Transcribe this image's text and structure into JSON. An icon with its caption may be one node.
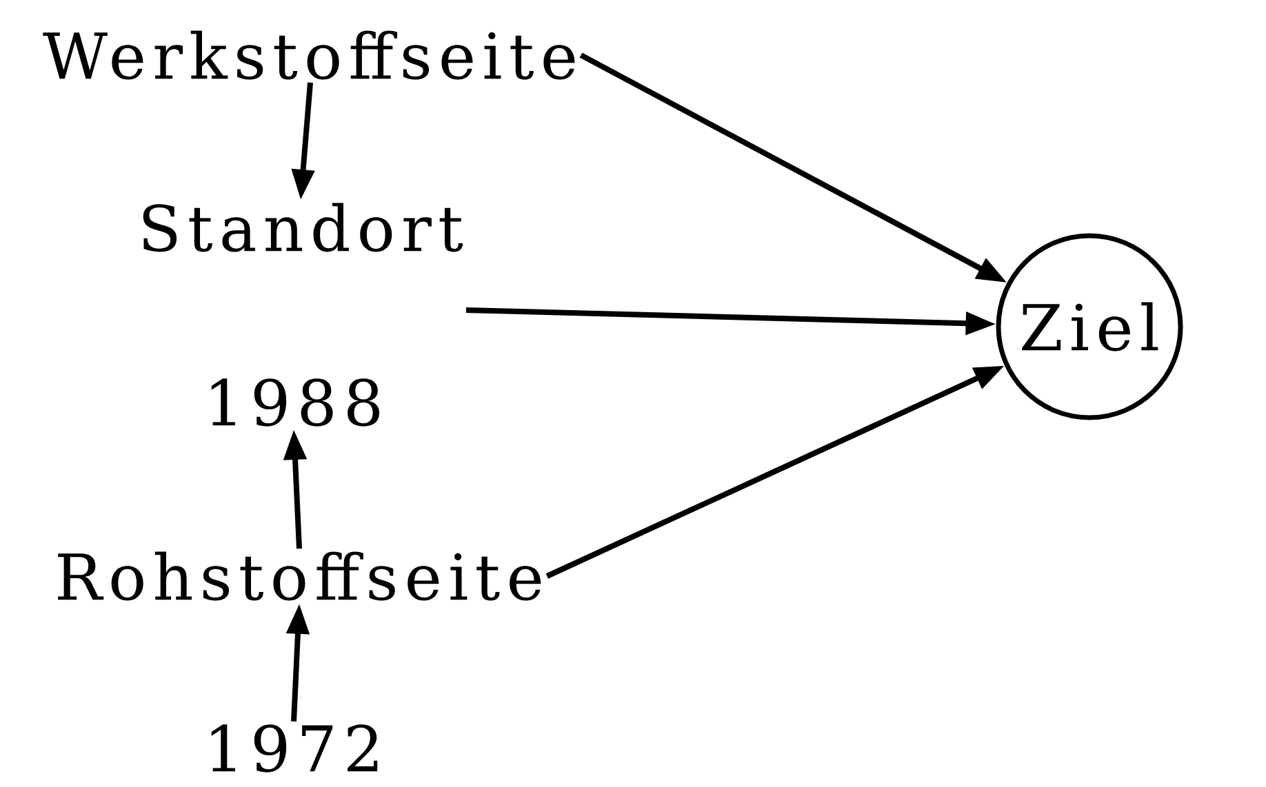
{
  "diagram": {
    "nodes": [
      {
        "text": [
          "Werkstoffseite"
        ]
      },
      {
        "text": [
          "Standort"
        ]
      },
      {
        "text": [
          "1988"
        ]
      },
      {
        "text": [
          "Rohstoffseite"
        ]
      },
      {
        "text": [
          "1972"
        ]
      },
      {
        "text": [
          "Ziel"
        ]
      }
    ],
    "edges": [
      {
        "from": 0,
        "to": 1,
        "arrow": "to"
      },
      {
        "from": 0,
        "to": 5,
        "arrow": "to"
      },
      {
        "from": null,
        "to": 5,
        "arrow": "to"
      },
      {
        "from": 3,
        "to": 2,
        "arrow": "to"
      },
      {
        "from": 4,
        "to": 3,
        "arrow": "to"
      },
      {
        "from": 3,
        "to": 5,
        "arrow": "to"
      }
    ]
  }
}
